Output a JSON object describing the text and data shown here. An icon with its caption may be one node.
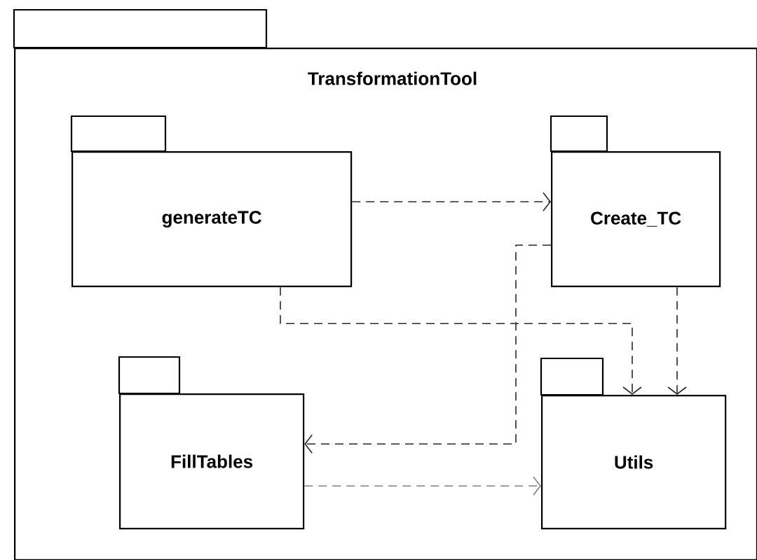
{
  "diagram": {
    "nodes": [
      {
        "text": [
          "TransformationTool"
        ]
      },
      {
        "text": [
          "generateTC"
        ],
        "in": 0
      },
      {
        "text": [
          "Create_TC"
        ],
        "in": 0
      },
      {
        "text": [
          "FillTables"
        ],
        "in": 0
      },
      {
        "text": [
          "Utils"
        ],
        "in": 0
      }
    ],
    "edges": [
      {
        "from": 1,
        "to": 2,
        "arrow": "to",
        "style": "dashed"
      },
      {
        "from": 1,
        "to": 4,
        "arrow": "to",
        "style": "dashed"
      },
      {
        "from": 2,
        "to": 4,
        "arrow": "to",
        "style": "dashed"
      },
      {
        "from": 2,
        "to": 3,
        "arrow": "to",
        "style": "dashed"
      },
      {
        "from": 3,
        "to": 4,
        "arrow": "to",
        "style": "dashed",
        "color": "#808080"
      }
    ]
  }
}
